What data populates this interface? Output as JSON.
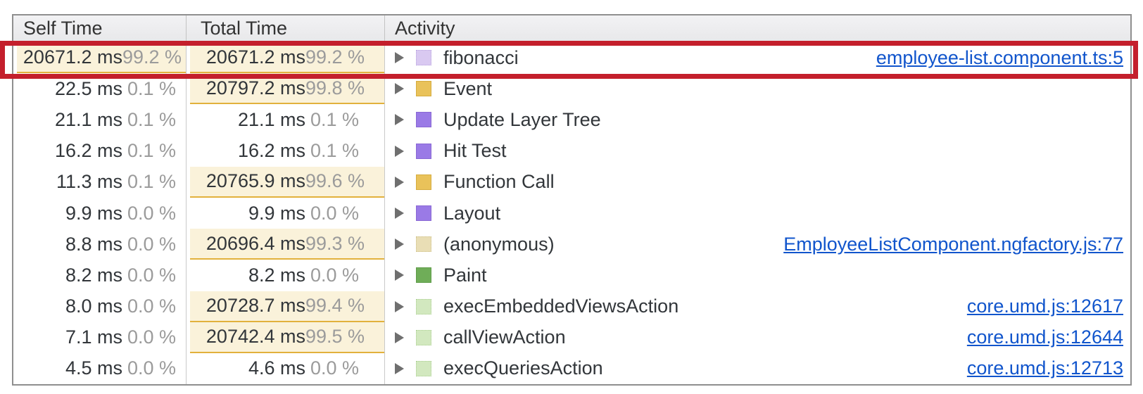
{
  "colors": {
    "annotation_red": "#c41f2c",
    "link_blue": "#1155cc",
    "highlight_bg": "#faf2da",
    "highlight_underline": "#e2b13c",
    "percent_gray": "#9b9b9b",
    "text_dark": "#32363a"
  },
  "table": {
    "columns": {
      "self": "Self Time",
      "total": "Total Time",
      "activity": "Activity"
    },
    "rows": [
      {
        "self_ms": "20671.2 ms",
        "self_pct": "99.2 %",
        "self_hl": true,
        "total_ms": "20671.2 ms",
        "total_pct": "99.2 %",
        "total_hl": true,
        "activity": "fibonacci",
        "link": "employee-list.component.ts:5",
        "icon": {
          "name": "js-frame-icon",
          "bg": "#d9c9f1",
          "border": "#bba6e0",
          "style": "dotted"
        },
        "annotated": true
      },
      {
        "self_ms": "22.5 ms",
        "self_pct": "0.1 %",
        "self_hl": false,
        "total_ms": "20797.2 ms",
        "total_pct": "99.8 %",
        "total_hl": true,
        "activity": "Event",
        "link": "",
        "icon": {
          "name": "scripting-category-icon",
          "bg": "#e9c25a",
          "border": "#d6ac40",
          "style": "solid"
        },
        "annotated": false
      },
      {
        "self_ms": "21.1 ms",
        "self_pct": "0.1 %",
        "self_hl": false,
        "total_ms": "21.1 ms",
        "total_pct": "0.1 %",
        "total_hl": false,
        "activity": "Update Layer Tree",
        "link": "",
        "icon": {
          "name": "rendering-category-icon",
          "bg": "#9a7ae6",
          "border": "#8968d4",
          "style": "solid"
        },
        "annotated": false
      },
      {
        "self_ms": "16.2 ms",
        "self_pct": "0.1 %",
        "self_hl": false,
        "total_ms": "16.2 ms",
        "total_pct": "0.1 %",
        "total_hl": false,
        "activity": "Hit Test",
        "link": "",
        "icon": {
          "name": "rendering-category-icon",
          "bg": "#9a7ae6",
          "border": "#8968d4",
          "style": "solid"
        },
        "annotated": false
      },
      {
        "self_ms": "11.3 ms",
        "self_pct": "0.1 %",
        "self_hl": false,
        "total_ms": "20765.9 ms",
        "total_pct": "99.6 %",
        "total_hl": true,
        "activity": "Function Call",
        "link": "",
        "icon": {
          "name": "scripting-category-icon",
          "bg": "#e9c25a",
          "border": "#d6ac40",
          "style": "solid"
        },
        "annotated": false
      },
      {
        "self_ms": "9.9 ms",
        "self_pct": "0.0 %",
        "self_hl": false,
        "total_ms": "9.9 ms",
        "total_pct": "0.0 %",
        "total_hl": false,
        "activity": "Layout",
        "link": "",
        "icon": {
          "name": "rendering-category-icon",
          "bg": "#9a7ae6",
          "border": "#8968d4",
          "style": "solid"
        },
        "annotated": false
      },
      {
        "self_ms": "8.8 ms",
        "self_pct": "0.0 %",
        "self_hl": false,
        "total_ms": "20696.4 ms",
        "total_pct": "99.3 %",
        "total_hl": true,
        "activity": "(anonymous)",
        "link": "EmployeeListComponent.ngfactory.js:77",
        "icon": {
          "name": "js-frame-icon",
          "bg": "#e9deb5",
          "border": "#cfc28d",
          "style": "dotted"
        },
        "annotated": false
      },
      {
        "self_ms": "8.2 ms",
        "self_pct": "0.0 %",
        "self_hl": false,
        "total_ms": "8.2 ms",
        "total_pct": "0.0 %",
        "total_hl": false,
        "activity": "Paint",
        "link": "",
        "icon": {
          "name": "painting-category-icon",
          "bg": "#6fad58",
          "border": "#5f9c49",
          "style": "solid"
        },
        "annotated": false
      },
      {
        "self_ms": "8.0 ms",
        "self_pct": "0.0 %",
        "self_hl": false,
        "total_ms": "20728.7 ms",
        "total_pct": "99.4 %",
        "total_hl": true,
        "activity": "execEmbeddedViewsAction",
        "link": "core.umd.js:12617",
        "icon": {
          "name": "js-frame-icon",
          "bg": "#d2e8bf",
          "border": "#aed195",
          "style": "dotted"
        },
        "annotated": false
      },
      {
        "self_ms": "7.1 ms",
        "self_pct": "0.0 %",
        "self_hl": false,
        "total_ms": "20742.4 ms",
        "total_pct": "99.5 %",
        "total_hl": true,
        "activity": "callViewAction",
        "link": "core.umd.js:12644",
        "icon": {
          "name": "js-frame-icon",
          "bg": "#d2e8bf",
          "border": "#aed195",
          "style": "dotted"
        },
        "annotated": false
      },
      {
        "self_ms": "4.5 ms",
        "self_pct": "0.0 %",
        "self_hl": false,
        "total_ms": "4.6 ms",
        "total_pct": "0.0 %",
        "total_hl": false,
        "activity": "execQueriesAction",
        "link": "core.umd.js:12713",
        "icon": {
          "name": "js-frame-icon",
          "bg": "#d2e8bf",
          "border": "#aed195",
          "style": "dotted"
        },
        "annotated": false
      }
    ]
  }
}
